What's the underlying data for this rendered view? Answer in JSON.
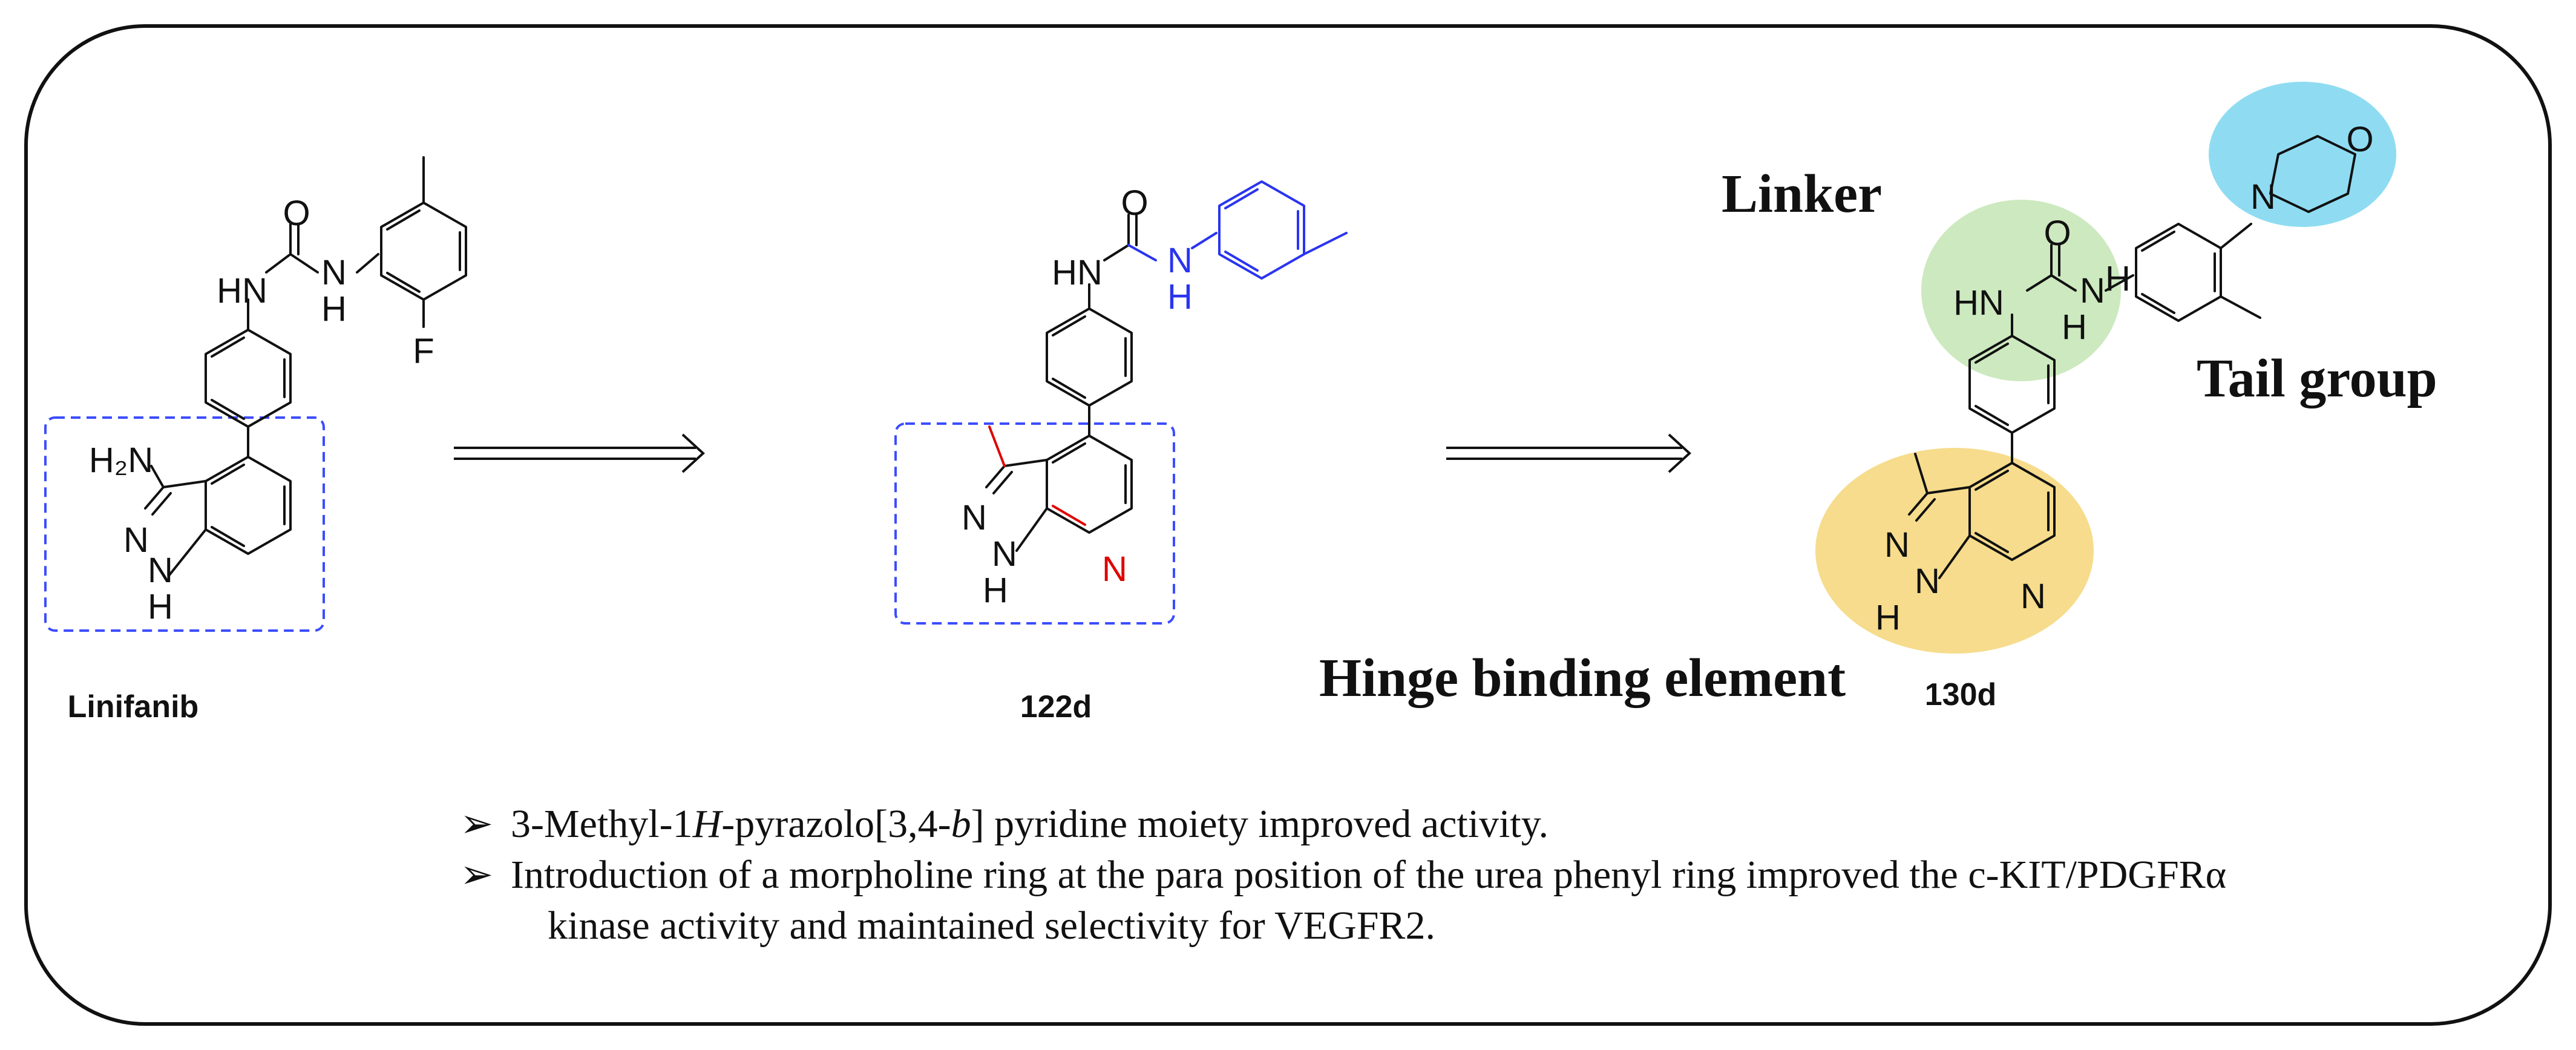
{
  "compounds": [
    {
      "label": "Linifanib"
    },
    {
      "label": "122d"
    },
    {
      "label": "130d"
    }
  ],
  "regions": {
    "linker": "Linker",
    "tail": "Tail group",
    "hinge": "Hinge binding element"
  },
  "atoms": {
    "O": "O",
    "HN": "HN",
    "NH": "NH",
    "N": "N",
    "H": "H",
    "F": "F",
    "H2N": "H₂N"
  },
  "colors": {
    "modified": "#2a34f0",
    "pyridine_n": "#e00000",
    "linker_region": "#cde9bf",
    "tail_region": "#8fdcf2",
    "hinge_region": "#f6dc8c",
    "box": "#3b4cff"
  },
  "notes": {
    "bullet": "➢",
    "note1": {
      "a": "3-Methyl-1",
      "b": "H",
      "c": "-pyrazolo[3,4-",
      "d": "b",
      "e": "] pyridine moiety improved activity."
    },
    "note2": {
      "line1": "Introduction of a morpholine ring at the para position of the urea phenyl ring improved the c-KIT/PDGFRα",
      "line2": "kinase activity and maintained selectivity for VEGFR2."
    }
  }
}
